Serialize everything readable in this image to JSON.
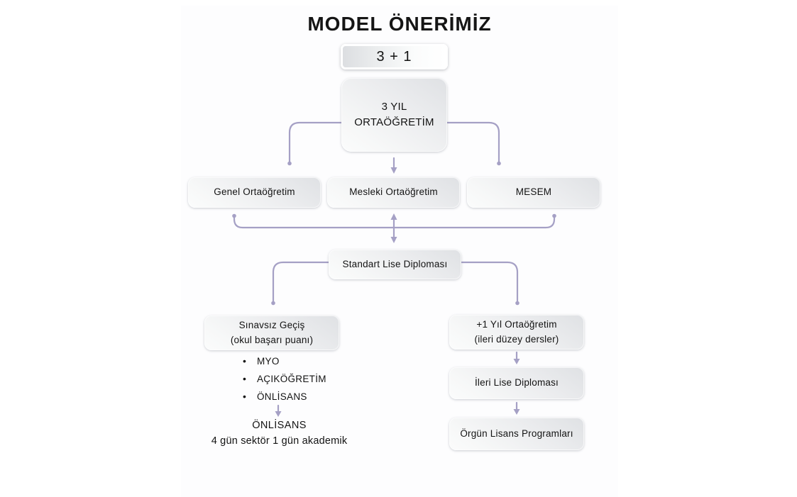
{
  "title": "MODEL ÖNERİMİZ",
  "model": {
    "badge": "3 + 1"
  },
  "nodes": {
    "root_line1": "3 YIL",
    "root_line2": "ORTAÖĞRETİM",
    "genel": "Genel Ortaöğretim",
    "mesleki": "Mesleki Ortaöğretim",
    "mesem": "MESEM",
    "standart": "Standart Lise Diploması",
    "sinavsiz_line1": "Sınavsız Geçiş",
    "sinavsiz_line2": "(okul başarı puanı)",
    "plus1_line1": "+1 Yıl Ortaöğretim",
    "plus1_line2": "(ileri düzey dersler)",
    "ileri": "İleri Lise Diploması",
    "orgun": "Örgün Lisans Programları"
  },
  "left_branch": {
    "bullets": [
      "MYO",
      "AÇIKÖĞRETİM",
      "ÖNLİSANS"
    ],
    "result_title": "ÖNLİSANS",
    "result_subtitle": "4 gün sektör 1 gün akademik"
  },
  "colors": {
    "connector": "#a5a0c5",
    "box_gradient_dark": "#dfe1e4",
    "box_gradient_light": "#fbfcfc",
    "text": "#131313"
  }
}
